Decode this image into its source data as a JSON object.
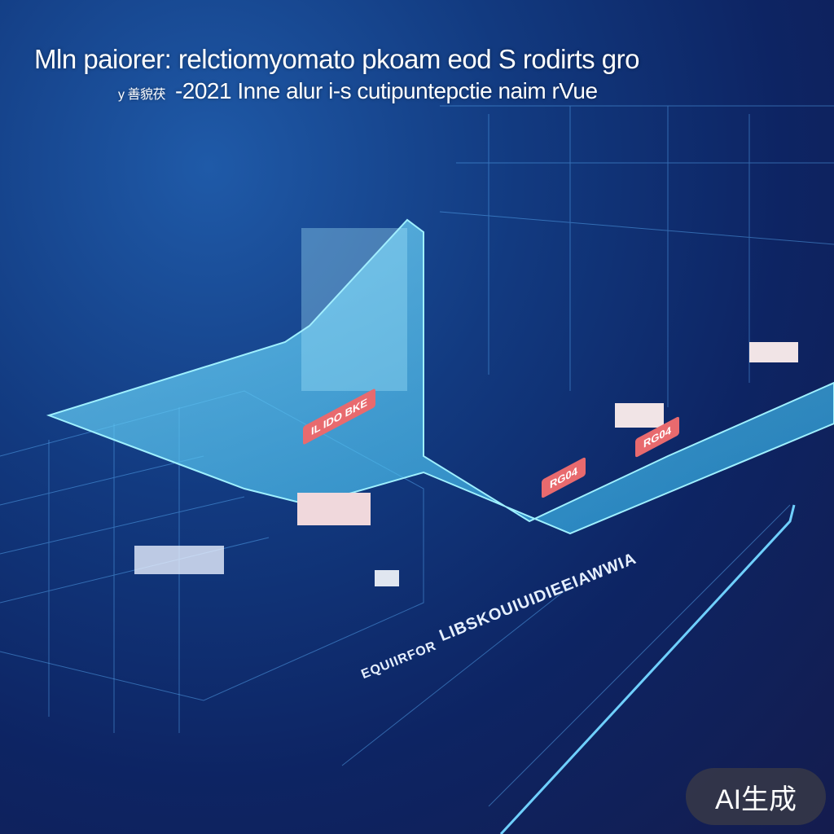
{
  "header": {
    "title_line1": "Mln paiorer: relctiomyomato pkoam eod S rodirts gro",
    "title_line2_cjk": "y 善貌茯",
    "title_line2": "-2021 Inne alur i-s cutipuntepctie naim rVue"
  },
  "panel_tags": [
    "IL IDO BKE",
    "RG04",
    "RG04"
  ],
  "diagonal_text": {
    "upper": "LIBSKOUIUIDIEEIAWWIA",
    "lower": "EQUIIRFOR"
  },
  "colors": {
    "accent_cyan": "#4fc3ef",
    "tag_red": "#e86a6e",
    "background": "#123a80"
  },
  "badge": {
    "label": "AI生成"
  }
}
